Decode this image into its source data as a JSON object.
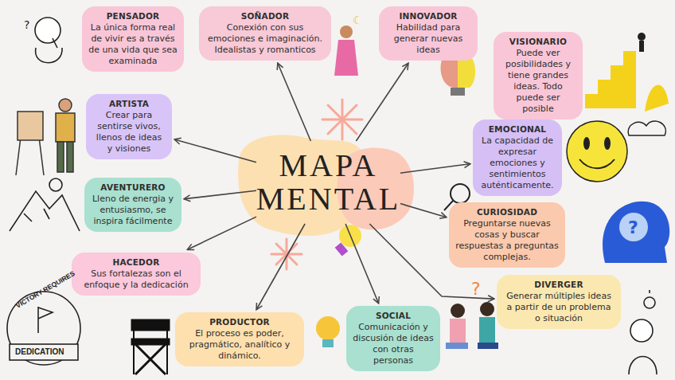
{
  "diagram": {
    "nodes": [
      {
        "text": [
          "MAPA MENTAL"
        ]
      },
      {
        "text": [
          "PENSADOR",
          "La única forma real de vivir es a través de una vida que sea examinada"
        ]
      },
      {
        "text": [
          "SOÑADOR",
          "Conexión con sus emociones e imaginación. Idealistas y romanticos"
        ]
      },
      {
        "text": [
          "INNOVADOR",
          "Habilidad para generar nuevas ideas"
        ]
      },
      {
        "text": [
          "VISIONARIO",
          "Puede ver posibilidades y tiene grandes ideas. Todo puede ser posible"
        ]
      },
      {
        "text": [
          "ARTISTA",
          "Crear para sentirse vivos, llenos de ideas y visiones"
        ]
      },
      {
        "text": [
          "EMOCIONAL",
          "La capacidad de expresar emociones y sentimientos auténticamente."
        ]
      },
      {
        "text": [
          "AVENTURERO",
          "Lleno de energia y entusiasmo, se inspira fácilmente"
        ]
      },
      {
        "text": [
          "CURIOSIDAD",
          "Preguntarse nuevas cosas y buscar respuestas a preguntas complejas."
        ]
      },
      {
        "text": [
          "HACEDOR",
          "Sus fortalezas son el enfoque y la dedicación"
        ]
      },
      {
        "text": [
          "DIVERGER",
          "Generar múltiples ideas a partir de un problema o situación"
        ]
      },
      {
        "text": [
          "PRODUCTOR",
          "El proceso es poder, pragmático, analítico y dinámico."
        ]
      },
      {
        "text": [
          "SOCIAL",
          "Comunicación y discusión de ideas con otras personas"
        ]
      }
    ],
    "edges": [
      {
        "from": 0,
        "to": 2,
        "arrow": "to"
      },
      {
        "from": 0,
        "to": 3,
        "arrow": "to"
      },
      {
        "from": 0,
        "to": 5,
        "arrow": "to"
      },
      {
        "from": 0,
        "to": 6,
        "arrow": "to"
      },
      {
        "from": 0,
        "to": 7,
        "arrow": "to"
      },
      {
        "from": 0,
        "to": 8,
        "arrow": "to"
      },
      {
        "from": 0,
        "to": 9,
        "arrow": "to"
      },
      {
        "from": 0,
        "to": 10,
        "arrow": "to"
      },
      {
        "from": 0,
        "to": 11,
        "arrow": "to"
      },
      {
        "from": 0,
        "to": 12,
        "arrow": "to"
      }
    ],
    "labels": [
      "VICTORY REQUIRES",
      "DEDICATION"
    ]
  }
}
